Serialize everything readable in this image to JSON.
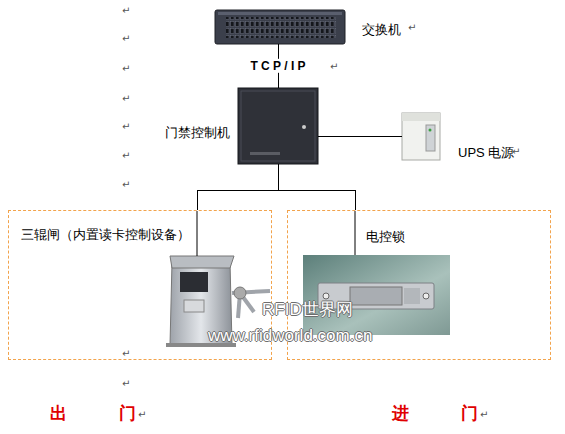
{
  "diagram": {
    "nodes": [
      {
        "text": [
          "交换机"
        ]
      },
      {
        "text": [
          "门禁控制机"
        ]
      },
      {
        "text": [
          "UPS 电源"
        ]
      },
      {
        "text": [
          "三辊闸（内置读卡控制设备）"
        ]
      },
      {
        "text": [
          "电控锁"
        ]
      }
    ],
    "edges": [
      {
        "from": 0,
        "to": 1,
        "label": "T C P / I P",
        "arrow": "none"
      },
      {
        "from": 1,
        "to": 2,
        "arrow": "none"
      },
      {
        "from": 1,
        "to": 3,
        "arrow": "none"
      },
      {
        "from": 1,
        "to": 4,
        "arrow": "none"
      }
    ],
    "labels": [
      "RFID世界网",
      "www.rfidworld.com.cn",
      "出 门",
      "进 门",
      "↵",
      "↵",
      "↵",
      "↵",
      "↵",
      "↵",
      "↵",
      "↵",
      "↵",
      "↵",
      "↵",
      "↵",
      "↵",
      "↵"
    ]
  }
}
